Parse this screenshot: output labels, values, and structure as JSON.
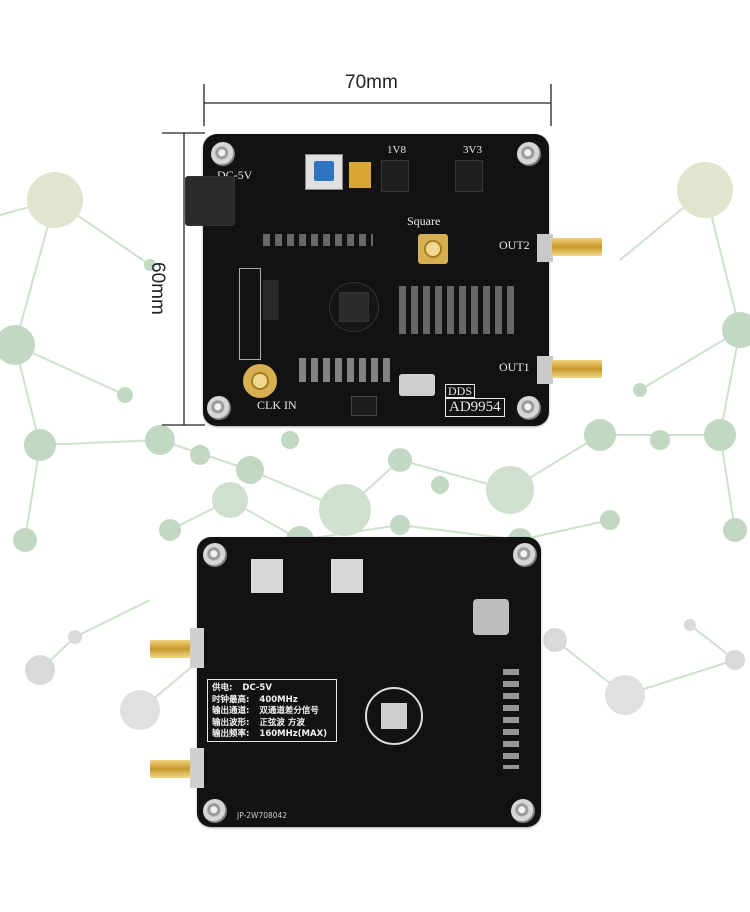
{
  "dimensions": {
    "width_label": "70mm",
    "height_label": "60mm"
  },
  "front_board": {
    "power_label": "DC-5V",
    "regulator_1_label": "1V8",
    "regulator_2_label": "3V3",
    "square_label": "Square",
    "out2_label": "OUT2",
    "out1_label": "OUT1",
    "clk_label": "CLK IN",
    "dds_label": "DDS",
    "chip_label": "AD9954"
  },
  "back_board": {
    "specs": [
      {
        "key": "供电:",
        "value": "DC-5V"
      },
      {
        "key": "时钟最高:",
        "value": "400MHz"
      },
      {
        "key": "输出通道:",
        "value": "双通道差分信号"
      },
      {
        "key": "输出波形:",
        "value": "正弦波 方波"
      },
      {
        "key": "输出频率:",
        "value": "160MHz(MAX)"
      }
    ],
    "part_number": "JP-2W708042"
  },
  "colors": {
    "pcb": "#121212",
    "silkscreen": "#e9e9e9",
    "sma_gold": "#d9ad45",
    "network_green": "#9dbf9d"
  }
}
